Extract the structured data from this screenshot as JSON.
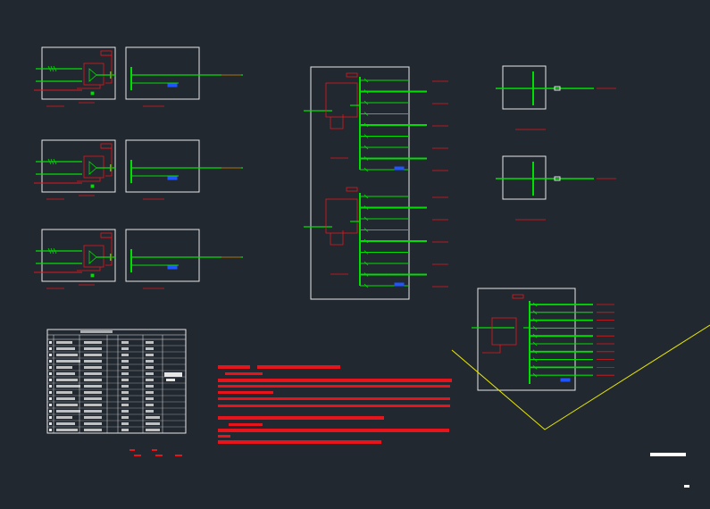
{
  "colors": {
    "background": "#212830",
    "frame": "#e6e6e6",
    "bus": "#00e000",
    "wire": "#00e000",
    "control": "#e8141b",
    "label_box": "#1f55ff",
    "sheet_border": "#e6e600",
    "title_bar": "#ffffff"
  },
  "panels": {
    "small_left": {
      "count": 3,
      "outgoing_circuits": 2
    },
    "small_right": {
      "count": 3,
      "outgoing_circuits": 1
    },
    "main_vertical": {
      "groups": 2,
      "outgoing_circuits_per_group": 9
    },
    "single_line_right": {
      "count": 2
    },
    "lower_right": {
      "outgoing_circuits": 10
    }
  },
  "legend_table": {
    "rows": 15,
    "columns": 6
  },
  "icons": [
    "breaker-icon",
    "meter-icon",
    "transformer-icon"
  ]
}
